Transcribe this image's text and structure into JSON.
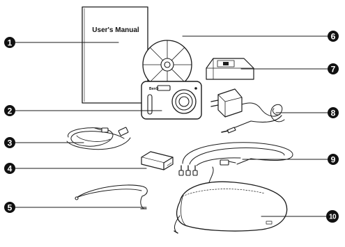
{
  "manual": {
    "title": "User's Manual"
  },
  "camera": {
    "brand": "BenQ"
  },
  "callouts": [
    {
      "number": "1",
      "item": "user-manual"
    },
    {
      "number": "2",
      "item": "digital-camera"
    },
    {
      "number": "3",
      "item": "usb-cable"
    },
    {
      "number": "4",
      "item": "battery"
    },
    {
      "number": "5",
      "item": "wrist-strap"
    },
    {
      "number": "6",
      "item": "cd-rom"
    },
    {
      "number": "7",
      "item": "battery-charger"
    },
    {
      "number": "8",
      "item": "power-adapter"
    },
    {
      "number": "9",
      "item": "av-cable"
    },
    {
      "number": "10",
      "item": "pouch"
    }
  ],
  "colors": {
    "line": "#1a1a1a",
    "badge": "#111111",
    "fill": "#ffffff"
  }
}
